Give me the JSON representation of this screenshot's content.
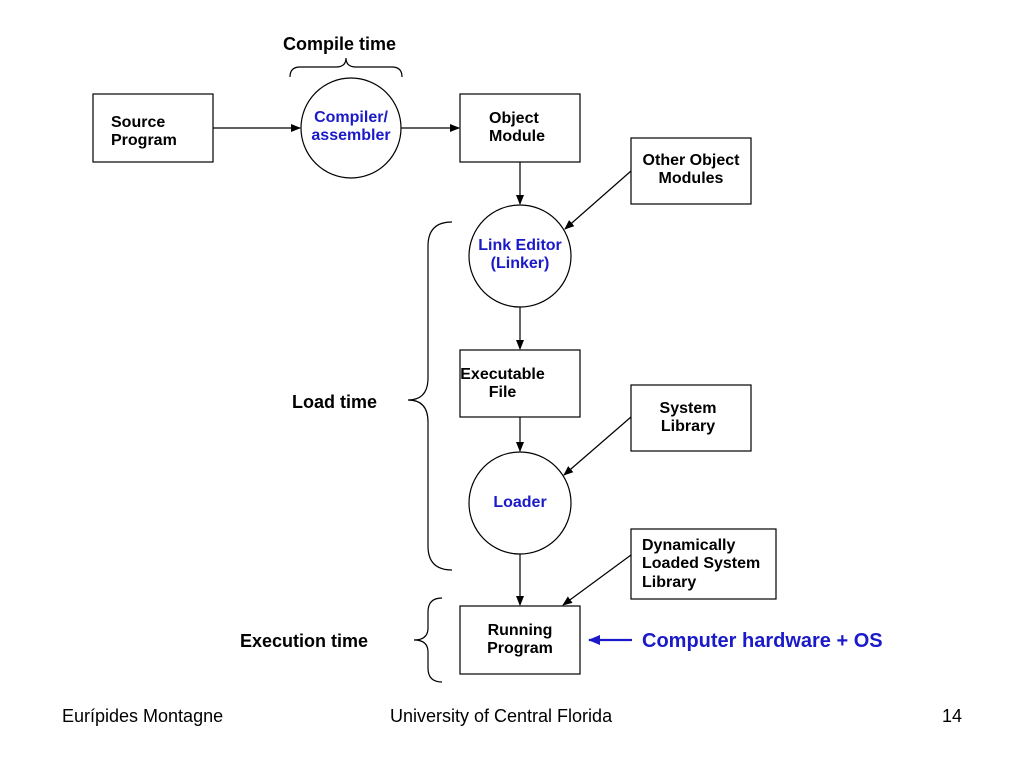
{
  "phases": {
    "compile": "Compile time",
    "load": "Load time",
    "execution": "Execution time"
  },
  "nodes": {
    "source_program": [
      "Source",
      "Program"
    ],
    "compiler": [
      "Compiler/",
      "assembler"
    ],
    "object_module": [
      "Object",
      "Module"
    ],
    "other_object_modules": [
      "Other Object",
      "Modules"
    ],
    "link_editor": [
      "Link Editor",
      "(Linker)"
    ],
    "executable_file": [
      "Executable",
      "File"
    ],
    "system_library": [
      "System",
      "Library"
    ],
    "loader": [
      "Loader"
    ],
    "dynamic_library": [
      "Dynamically",
      "Loaded System",
      "Library"
    ],
    "running_program": [
      "Running",
      "Program"
    ]
  },
  "hardware_note": "Computer hardware + OS",
  "footer": {
    "author": "Eurípides Montagne",
    "institution": "University of Central Florida",
    "page_number": "14"
  },
  "colors": {
    "process_text": "#1a1ac8",
    "note_text": "#1a1ac8",
    "stroke": "#000000"
  }
}
